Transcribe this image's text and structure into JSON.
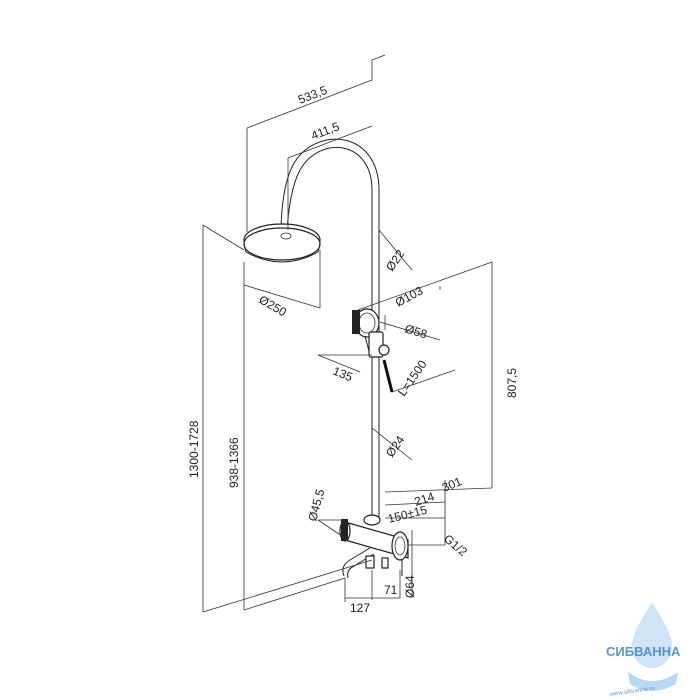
{
  "dimensions": {
    "width_total": "533,5",
    "width_arm": "411,5",
    "head_diameter": "Ø250",
    "riser_diameter": "Ø22",
    "hand_shower_diameter": "Ø103",
    "holder_diameter": "Ø58",
    "holder_depth": "135",
    "hose_length": "L=1500",
    "riser_height": "807,5",
    "lower_pipe_diameter": "Ø24",
    "overall_height": "1300-1728",
    "slide_height": "938-1366",
    "depth_301": "301",
    "depth_214": "214",
    "center_distance": "150±15",
    "mixer_diameter": "Ø45,5",
    "thread": "G1/2",
    "escutcheon_diameter": "Ø64",
    "spout_127": "127",
    "spout_71": "71"
  },
  "watermark": {
    "text": "СИБВАННА",
    "site": "www.sibvanna.ru",
    "color": "#3a86c8"
  }
}
